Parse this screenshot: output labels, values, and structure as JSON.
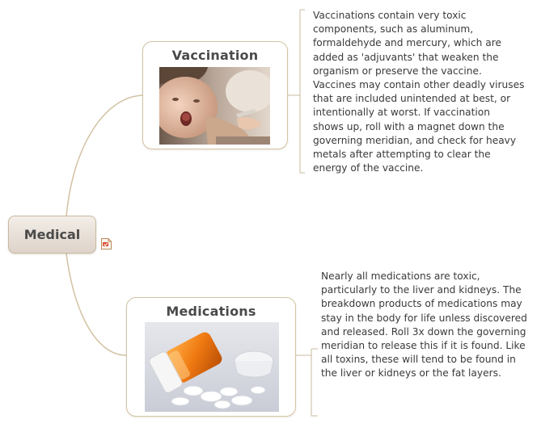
{
  "root": {
    "label": "Medical"
  },
  "topics": [
    {
      "title": "Vaccination",
      "image_icon": "child-receiving-vaccination-photo",
      "note_lines": [
        "Vaccinations contain very toxic",
        "components, such as aluminum,",
        "formaldehyde and mercury, which are",
        "added as 'adjuvants' that weaken the",
        "organism or preserve the vaccine.",
        "Vaccines may contain other deadly viruses",
        "that are included unintended at best, or",
        "intentionally at worst. If vaccination",
        "shows up, roll with a magnet down the",
        "governing meridian, and check for heavy",
        "metals after attempting to clear the",
        "energy of the vaccine."
      ]
    },
    {
      "title": "Medications",
      "image_icon": "pill-bottle-and-tablets-photo",
      "note_lines": [
        "Nearly all medications are toxic,",
        "particularly to the liver and kidneys. The",
        "breakdown products of medications may",
        "stay in the body for life unless discovered",
        "and released. Roll 3x down the governing",
        "meridian to release this if it is found. Like",
        "all toxins, these will tend to be found in",
        "the liver or kidneys or the fat layers."
      ]
    }
  ],
  "icons": {
    "root_note": "note-attachment-icon"
  },
  "colors": {
    "connector": "#d2c2a2",
    "node_border": "#d4c3a3",
    "title_text": "#4a4a4a",
    "note_text": "#3a3a3a",
    "pill_orange": "#f07a12"
  }
}
